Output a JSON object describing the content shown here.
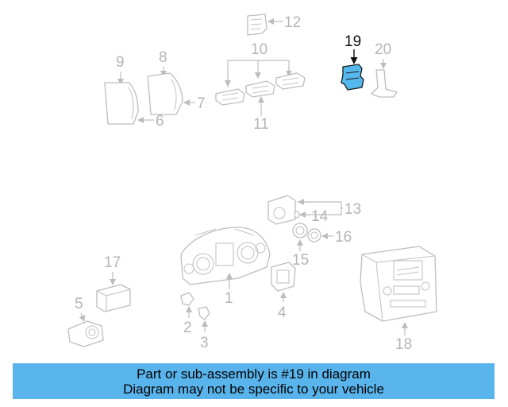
{
  "diagram": {
    "callouts": [
      "1",
      "2",
      "3",
      "4",
      "5",
      "6",
      "7",
      "8",
      "9",
      "10",
      "11",
      "12",
      "13",
      "14",
      "15",
      "16",
      "17",
      "18",
      "19",
      "20"
    ],
    "highlighted_callout": "19",
    "colors": {
      "highlight": "#55b8ec",
      "part_stroke": "#bdbdbd",
      "label_gray": "#b5b5b5",
      "banner": "#5ab4ec"
    }
  },
  "banner": {
    "line1": "Part or sub-assembly is #19 in diagram",
    "line2": "Diagram may not be specific to your vehicle"
  }
}
